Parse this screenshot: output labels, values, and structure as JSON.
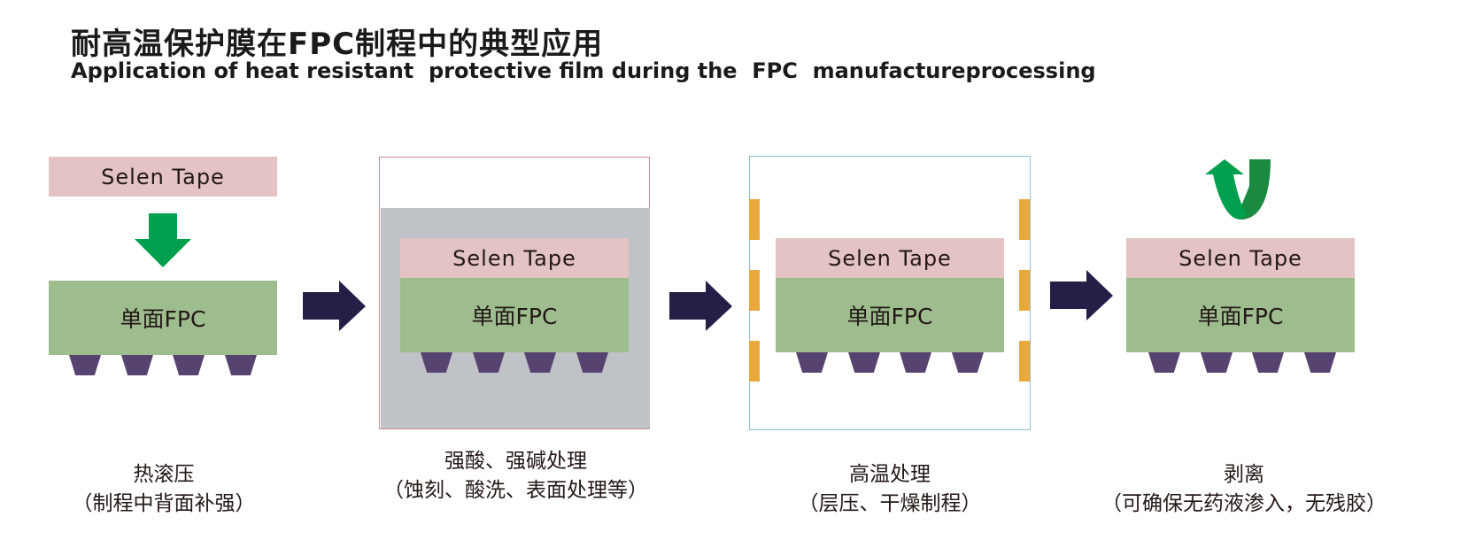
{
  "header": {
    "title_cn": "耐高温保护膜在FPC制程中的典型应用",
    "title_en": "Application of heat resistant  protective film during the  FPC  manufactureprocessing"
  },
  "colors": {
    "tape": "#e3c3c4",
    "fpc": "#9dbd8f",
    "pad": "#574370",
    "process_arrow": "#241f47",
    "press_arrow": "#00a04e",
    "peel_arrow_dark": "#1a8a40",
    "bath_fill": "#bfc2c6",
    "bath_border": "#c98f95",
    "oven_border": "#8fc0d4",
    "heater": "#e9a93a"
  },
  "steps": [
    {
      "tape_label": "Selen Tape",
      "fpc_label": "单面FPC",
      "caption_title": "热滚压",
      "caption_note": "（制程中背面补强）"
    },
    {
      "tape_label": "Selen Tape",
      "fpc_label": "单面FPC",
      "caption_title": "强酸、强碱处理",
      "caption_note": "（蚀刻、酸洗、表面处理等）"
    },
    {
      "tape_label": "Selen Tape",
      "fpc_label": "单面FPC",
      "caption_title": "高温处理",
      "caption_note": "（层压、干燥制程）"
    },
    {
      "tape_label": "Selen Tape",
      "fpc_label": "单面FPC",
      "caption_title": "剥离",
      "caption_note": "（可确保无药液渗入，无残胶）"
    }
  ],
  "icons": {
    "press": "arrow-down-icon",
    "process": "arrow-right-icon",
    "peel": "peel-arrow-icon",
    "heater": "heater-element-icon"
  }
}
